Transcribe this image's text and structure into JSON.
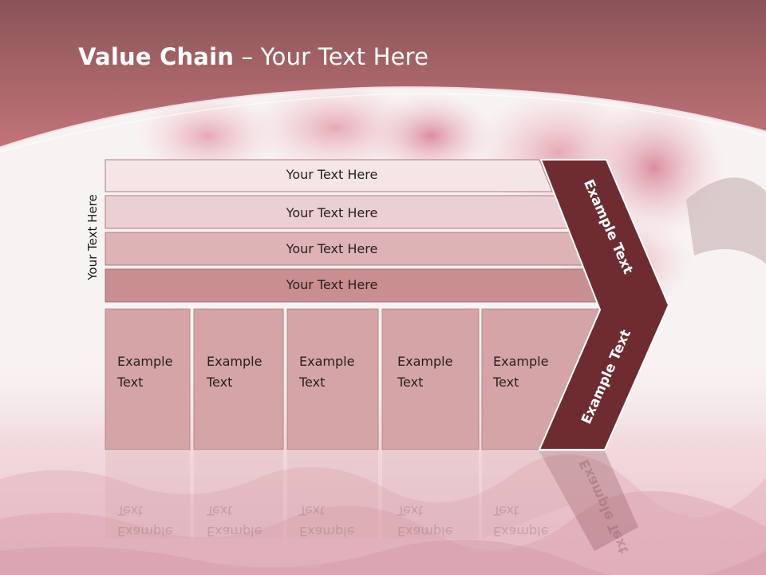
{
  "colors": {
    "header_top": "#8a5457",
    "header_bottom": "#c07276",
    "arrow": "#6e2c31",
    "row1": "#f4e6e7",
    "row2": "#ead0d2",
    "row3": "#ddb3b5",
    "row4": "#c98e8f",
    "box": "#d4a4a6"
  },
  "title": {
    "bold": "Value Chain",
    "rest": " – Your Text Here"
  },
  "side_label": "Your Text Here",
  "rows": [
    {
      "label": "Your Text Here"
    },
    {
      "label": "Your Text Here"
    },
    {
      "label": "Your Text Here"
    },
    {
      "label": "Your Text Here"
    }
  ],
  "boxes": [
    {
      "line1": "Example",
      "line2": "Text"
    },
    {
      "line1": "Example",
      "line2": "Text"
    },
    {
      "line1": "Example",
      "line2": "Text"
    },
    {
      "line1": "Example",
      "line2": "Text"
    },
    {
      "line1": "Example",
      "line2": "Text"
    }
  ],
  "arrow": {
    "upper": "Example Text",
    "lower": "Example Text"
  }
}
